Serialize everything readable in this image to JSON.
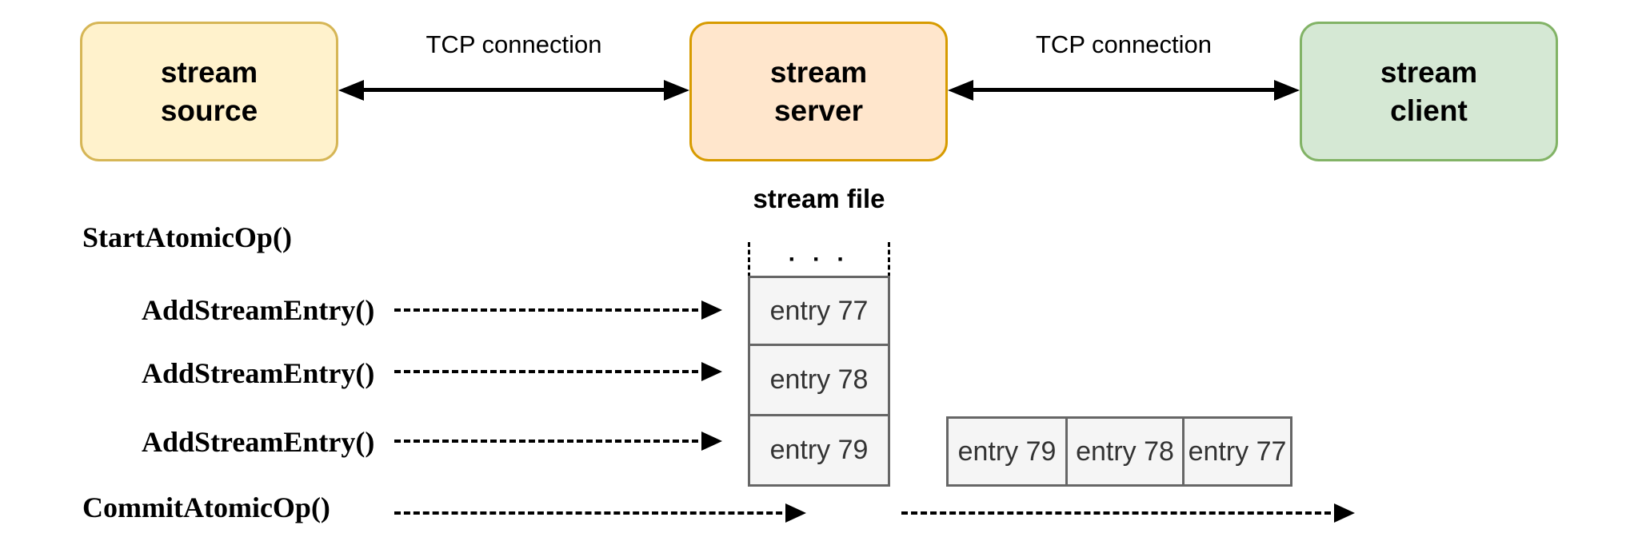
{
  "diagram": {
    "background": "#ffffff",
    "arrow_color": "#000000",
    "nodes": {
      "source": {
        "label": "stream\nsource",
        "fill": "#FFF2CC",
        "border": "#D6B656"
      },
      "server": {
        "label": "stream\nserver",
        "fill": "#FFE6CC",
        "border": "#D79B00"
      },
      "client": {
        "label": "stream\nclient",
        "fill": "#D5E8D4",
        "border": "#82B366"
      }
    },
    "connections": {
      "source_server": {
        "label": "TCP connection",
        "style": "solid-double-arrow"
      },
      "server_client": {
        "label": "TCP connection",
        "style": "solid-double-arrow"
      }
    },
    "operations": {
      "start": {
        "label": "StartAtomicOp()"
      },
      "add1": {
        "label": "AddStreamEntry()"
      },
      "add2": {
        "label": "AddStreamEntry()"
      },
      "add3": {
        "label": "AddStreamEntry()"
      },
      "commit": {
        "label": "CommitAtomicOp()"
      }
    },
    "stream_file": {
      "title": "stream file",
      "ellipsis": "· · ·",
      "cell_fill": "#F5F5F5",
      "cell_border": "#666666",
      "entries": [
        "entry 77",
        "entry 78",
        "entry 79"
      ]
    },
    "outgoing_entries": [
      "entry 79",
      "entry 78",
      "entry 77"
    ]
  }
}
